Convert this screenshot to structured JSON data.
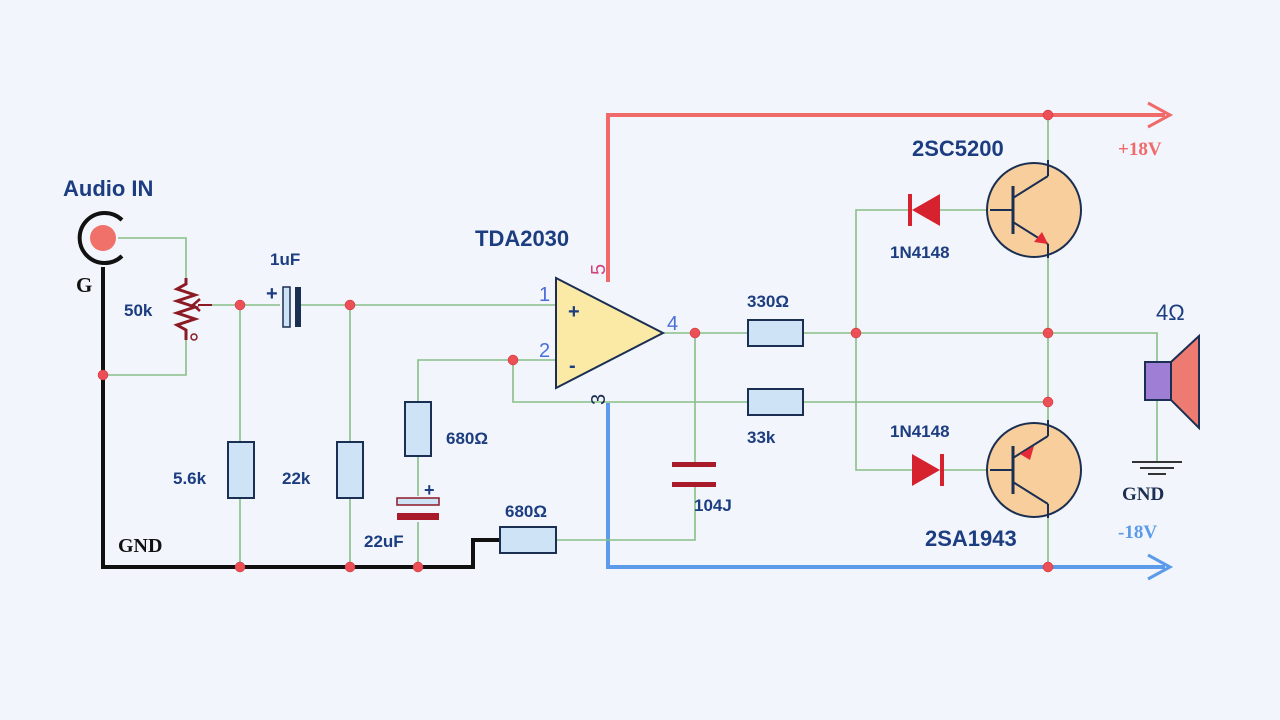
{
  "labels": {
    "audio_in": "Audio IN",
    "input_ground": "G",
    "pot": "50k",
    "cap_in": "1uF",
    "r_5k6": "5.6k",
    "r_22k": "22k",
    "r_680_fb": "680Ω",
    "cap_22uf": "22uF",
    "r_680_gnd": "680Ω",
    "ic": "TDA2030",
    "pin1": "1",
    "pin2": "2",
    "pin3": "3",
    "pin4": "4",
    "pin5": "5",
    "plus_sign": "+",
    "minus_sign": "-",
    "r_330": "330Ω",
    "r_33k": "33k",
    "cap_104j": "104J",
    "diode_top": "1N4148",
    "diode_bottom": "1N4148",
    "npn": "2SC5200",
    "pnp": "2SA1943",
    "speaker": "4Ω",
    "gnd_left": "GND",
    "gnd_right": "GND",
    "vpos": "+18V",
    "vneg": "-18V"
  },
  "colors": {
    "positive_rail": "#f06a6a",
    "negative_rail": "#5b9bea",
    "signal_wire": "#86bf86",
    "ground_wire": "#111111",
    "node_dot": "#ec4f55",
    "label_text": "#1c3d80",
    "opamp_fill": "#fbe9a6",
    "transistor_fill": "#f8cf9c",
    "resistor_fill": "#cfe3f7",
    "speaker_magnet": "#9f7fd6",
    "speaker_cone": "#ee7b72"
  },
  "icons": {
    "input_jack": "audio-jack-icon",
    "potentiometer": "potentiometer-icon",
    "opamp": "op-amp-triangle-icon",
    "transistor_npn": "npn-transistor-icon",
    "transistor_pnp": "pnp-transistor-icon",
    "diode": "diode-icon",
    "speaker": "speaker-icon",
    "ground": "ground-symbol-icon"
  }
}
